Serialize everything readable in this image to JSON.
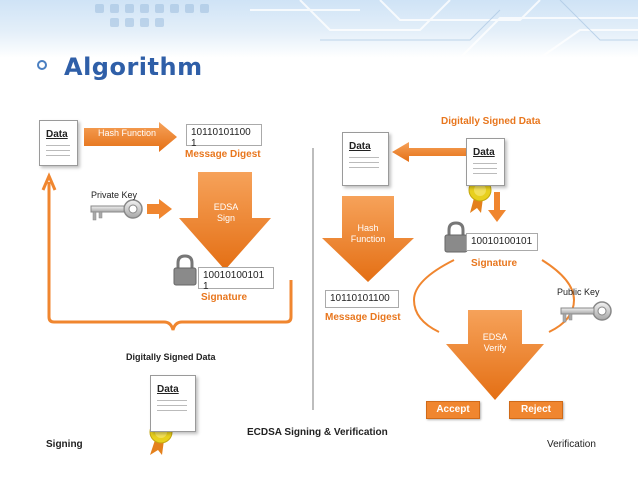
{
  "title": "Algorithm",
  "colors": {
    "orange": "#f0862f",
    "title_blue": "#2f5fa8"
  },
  "signing": {
    "data_doc": "Data",
    "hash_function": "Hash Function",
    "digest_bits": "10110101100 1",
    "message_digest": "Message Digest",
    "private_key": "Private Key",
    "edsa_sign": "EDSA Sign",
    "signature_bits": "10010100101 1",
    "signature": "Signature",
    "digitally_signed_data": "Digitally Signed Data",
    "signed_doc": "Data",
    "footer": "Signing"
  },
  "verification": {
    "digitally_signed_data": "Digitally Signed Data",
    "data_doc": "Data",
    "signed_doc": "Data",
    "hash_function": "Hash Function",
    "signature_bits": "10010100101",
    "signature": "Signature",
    "public_key": "Public Key",
    "digest_bits": "10110101100",
    "message_digest": "Message Digest",
    "edsa_verify": "EDSA Verify",
    "accept": "Accept",
    "reject": "Reject",
    "footer": "Verification"
  },
  "caption": "ECDSA Signing & Verification",
  "icons": [
    "lock-icon",
    "key-icon",
    "seal-icon",
    "document-icon"
  ]
}
